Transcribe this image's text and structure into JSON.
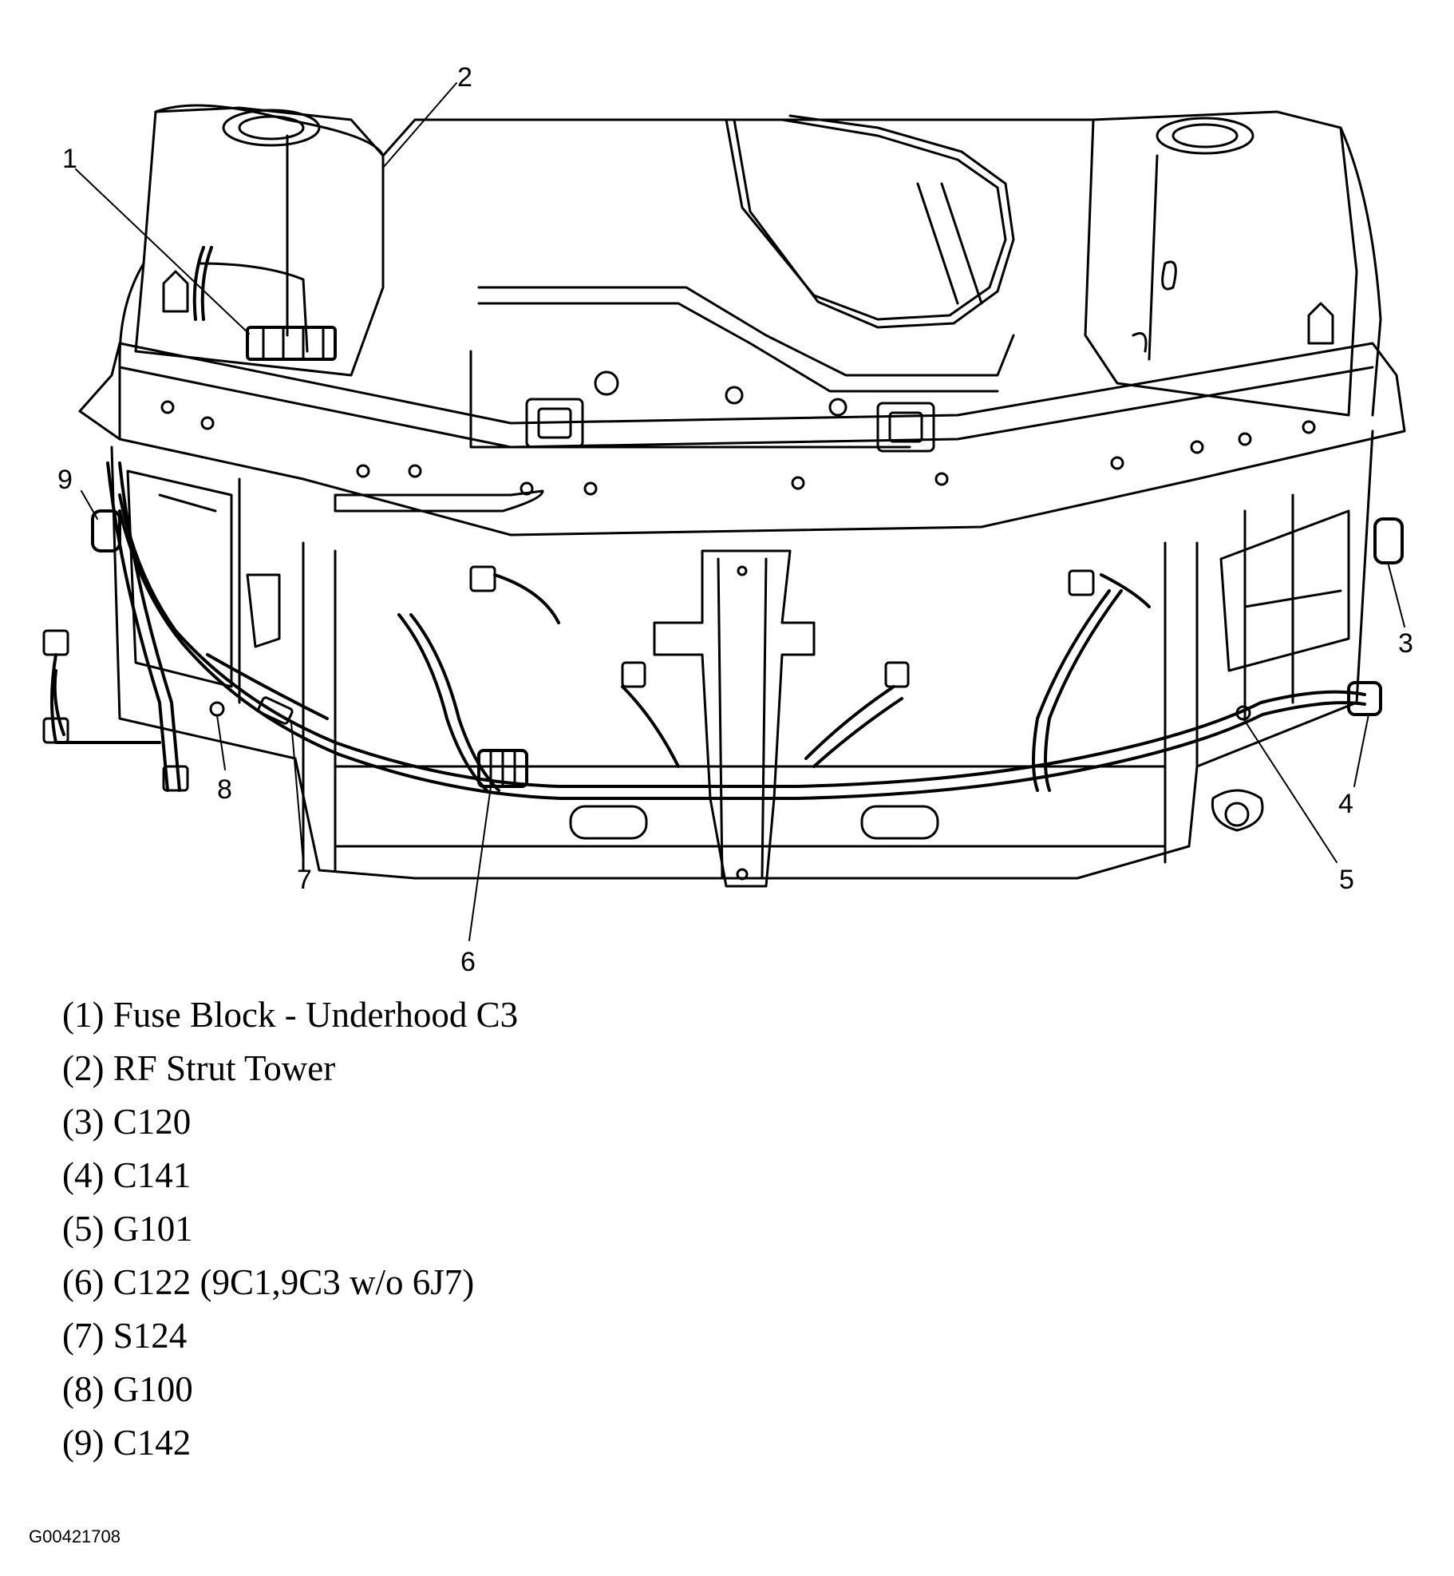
{
  "callouts": [
    "1",
    "2",
    "3",
    "4",
    "5",
    "6",
    "7",
    "8",
    "9"
  ],
  "legend": [
    "(1) Fuse Block - Underhood C3",
    "(2) RF Strut Tower",
    "(3) C120",
    "(4) C141",
    "(5) G101",
    "(6) C122 (9C1,9C3 w/o 6J7)",
    "(7) S124",
    "(8) G100",
    "(9) C142"
  ],
  "figure_id": "G00421708"
}
